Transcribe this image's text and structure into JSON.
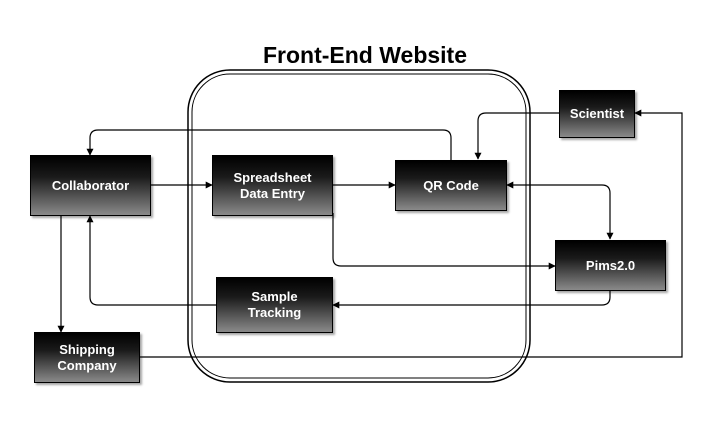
{
  "title": "Front-End Website",
  "nodes": {
    "collaborator": "Collaborator",
    "spreadsheet": "Spreadsheet\nData Entry",
    "qr_code": "QR Code",
    "scientist": "Scientist",
    "pims": "Pims2.0",
    "sample_tracking": "Sample\nTracking",
    "shipping": "Shipping\nCompany"
  },
  "edges": [
    {
      "from": "collaborator",
      "to": "spreadsheet"
    },
    {
      "from": "spreadsheet",
      "to": "qr_code"
    },
    {
      "from": "qr_code",
      "to": "collaborator"
    },
    {
      "from": "scientist",
      "to": "qr_code"
    },
    {
      "from": "qr_code",
      "to": "pims",
      "bidirectional": true
    },
    {
      "from": "spreadsheet",
      "to": "pims"
    },
    {
      "from": "pims",
      "to": "sample_tracking"
    },
    {
      "from": "sample_tracking",
      "to": "collaborator"
    },
    {
      "from": "collaborator",
      "to": "shipping"
    },
    {
      "from": "shipping",
      "to": "scientist"
    }
  ]
}
